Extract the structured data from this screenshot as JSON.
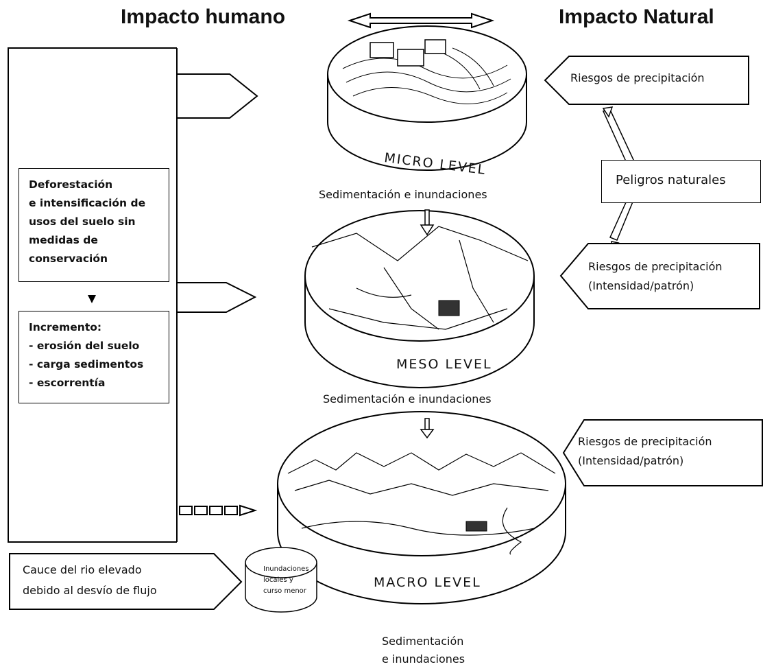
{
  "header": {
    "left_title": "Impacto humano",
    "right_title": "Impacto Natural"
  },
  "left_column": {
    "box1_lines": [
      "Deforestación",
      "e intensificación de",
      "usos del suelo sin",
      "medidas de",
      "conservación"
    ],
    "box2_lines": [
      "Incremento:",
      "- erosión del suelo",
      "- carga sedimentos",
      "- escorrentía"
    ],
    "bottom_callout_lines": [
      "Cauce del rio elevado",
      "debido al desvío de flujo"
    ],
    "small_oval_lines": [
      "Inundaciones",
      "locales y",
      "curso menor"
    ]
  },
  "levels": {
    "micro": "MICRO LEVEL",
    "meso": "MESO LEVEL",
    "macro": "MACRO LEVEL"
  },
  "captions": {
    "sed1": "Sedimentación e inundaciones",
    "sed2": "Sedimentación e inundaciones",
    "sed3_lines": [
      "Sedimentación",
      "e inundaciones"
    ]
  },
  "right_column": {
    "risk1": "Riesgos de precipitación",
    "hazards": "Peligros naturales",
    "risk2_lines": [
      "Riesgos de precipitación",
      "(Intensidad/patrón)"
    ],
    "risk3_lines": [
      "Riesgos de precipitación",
      "(Intensidad/patrón)"
    ]
  }
}
